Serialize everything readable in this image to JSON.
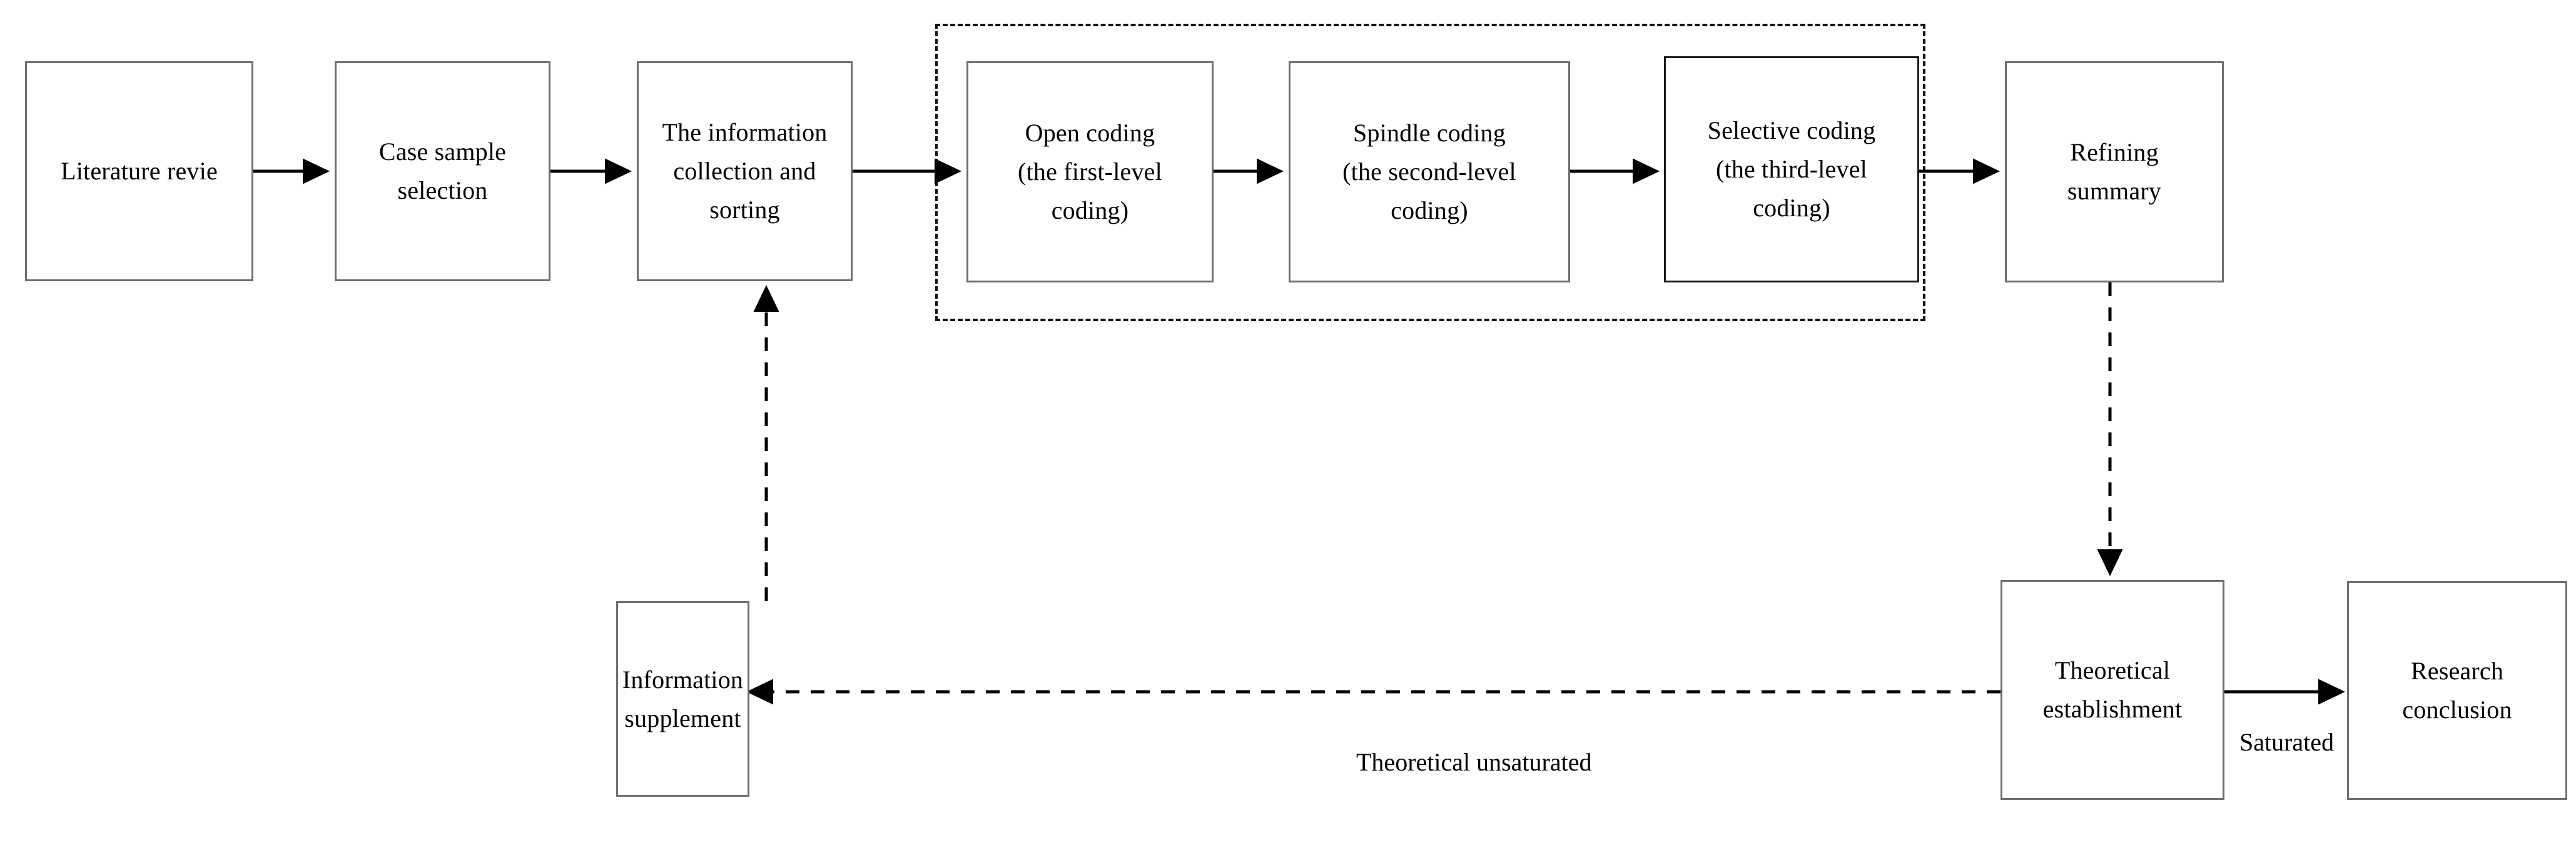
{
  "diagram": {
    "title": "Research process flow chart",
    "colors": {
      "box_border": "#6e6e6e",
      "box_border_dark": "#1a1a1a",
      "connector": "#000000",
      "dashed_group_border": "#111111",
      "background": "#ffffff",
      "text": "#000000"
    },
    "nodes": [
      {
        "id": "literature-review",
        "label": "Literature revie"
      },
      {
        "id": "case-sample-selection",
        "label": "Case sample\nselection"
      },
      {
        "id": "information-collection",
        "label": "The information\ncollection and\nsorting"
      },
      {
        "id": "open-coding",
        "label": "Open coding\n(the first-level\ncoding)"
      },
      {
        "id": "spindle-coding",
        "label": "Spindle coding\n(the second-level\ncoding)"
      },
      {
        "id": "selective-coding",
        "label": "Selective coding\n(the third-level\ncoding)"
      },
      {
        "id": "refining-summary",
        "label": "Refining\nsummary"
      },
      {
        "id": "information-supplement",
        "label": "Information\nsupplement"
      },
      {
        "id": "theoretical-establishment",
        "label": "Theoretical\nestablishment"
      },
      {
        "id": "research-conclusion",
        "label": "Research\nconclusion"
      }
    ],
    "captions": [
      {
        "id": "theoretical-unsaturated",
        "label": "Theoretical unsaturated"
      },
      {
        "id": "saturated",
        "label": "Saturated"
      }
    ],
    "group": {
      "id": "coding-stage-group",
      "label": ""
    },
    "edges": [
      {
        "from": "literature-review",
        "to": "case-sample-selection",
        "style": "solid",
        "label": ""
      },
      {
        "from": "case-sample-selection",
        "to": "information-collection",
        "style": "solid",
        "label": ""
      },
      {
        "from": "information-collection",
        "to": "open-coding",
        "style": "solid",
        "label": ""
      },
      {
        "from": "open-coding",
        "to": "spindle-coding",
        "style": "solid",
        "label": ""
      },
      {
        "from": "spindle-coding",
        "to": "selective-coding",
        "style": "solid",
        "label": ""
      },
      {
        "from": "selective-coding",
        "to": "refining-summary",
        "style": "solid",
        "label": ""
      },
      {
        "from": "refining-summary",
        "to": "theoretical-establishment",
        "style": "dashed",
        "label": ""
      },
      {
        "from": "theoretical-establishment",
        "to": "research-conclusion",
        "style": "solid",
        "label": "Saturated"
      },
      {
        "from": "theoretical-establishment",
        "to": "information-supplement",
        "style": "dashed",
        "label": "Theoretical unsaturated"
      },
      {
        "from": "information-supplement",
        "to": "information-collection",
        "style": "dashed",
        "label": ""
      }
    ]
  }
}
